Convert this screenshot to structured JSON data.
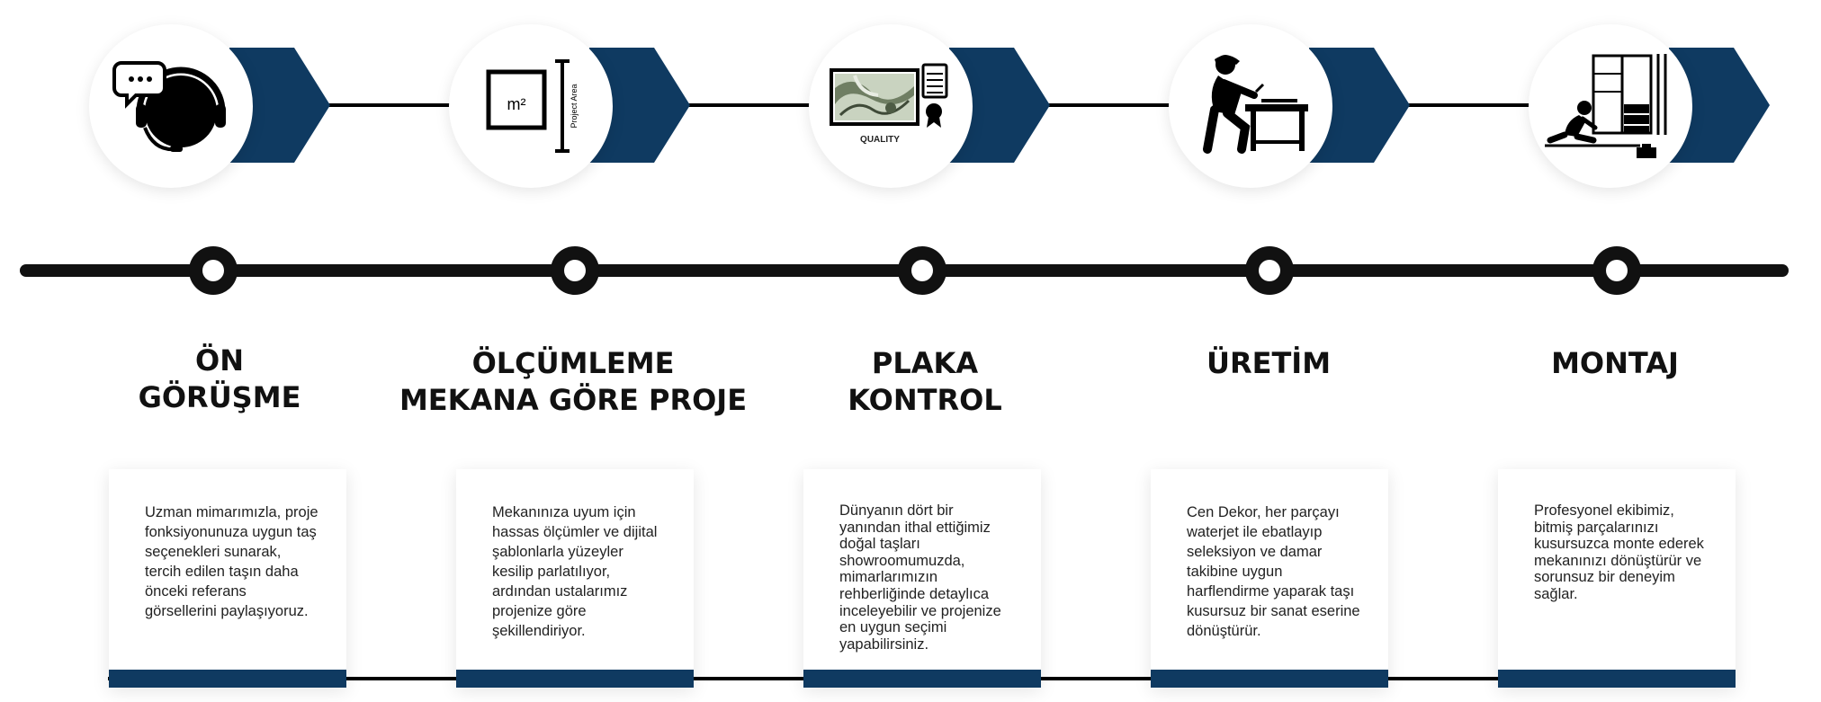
{
  "colors": {
    "navy": "#0f3a61",
    "line": "#111111",
    "card_bg": "#ffffff"
  },
  "steps": [
    {
      "icon": "headset-support-icon",
      "title_lines": [
        "ÖN",
        "GÖRÜŞME"
      ],
      "description": "Uzman mimarımızla, proje fonksiyonunuza uygun taş seçenekleri sunarak, tercih edilen taşın daha önceki referans görsellerini paylaşıyoruz."
    },
    {
      "icon": "area-measure-icon",
      "icon_text": "m²",
      "icon_label": "Project Area",
      "title_lines": [
        "ÖLÇÜMLEME",
        "MEKANA GÖRE PROJE"
      ],
      "description": "Mekanınıza uyum için hassas ölçümler ve dijital şablonlarla yüzeyler kesilip parlatılıyor, ardından ustalarımız projenize göre şekillendiriyor."
    },
    {
      "icon": "slab-quality-icon",
      "icon_label": "QUALITY",
      "title_lines": [
        "PLAKA",
        "KONTROL"
      ],
      "description": "Dünyanın dört bir yanından ithal ettiğimiz doğal taşları showroomumuzda, mimarlarımızın rehberliğinde detaylıca inceleyebilir ve projenize en uygun seçimi yapabilirsiniz."
    },
    {
      "icon": "craftsman-workbench-icon",
      "title_lines": [
        "",
        "ÜRETİM"
      ],
      "description": "Cen Dekor, her parçayı waterjet ile ebatlayıp seleksiyon ve damar takibine uygun harflendirme yaparak taşı kusursuz bir sanat eserine dönüştürür."
    },
    {
      "icon": "installer-cabinet-icon",
      "title_lines": [
        "",
        "MONTAJ"
      ],
      "description": "Profesyonel ekibimiz, bitmiş parçalarınızı kusursuzca monte ederek mekanınızı dönüştürür ve sorunsuz bir deneyim sağlar."
    }
  ]
}
